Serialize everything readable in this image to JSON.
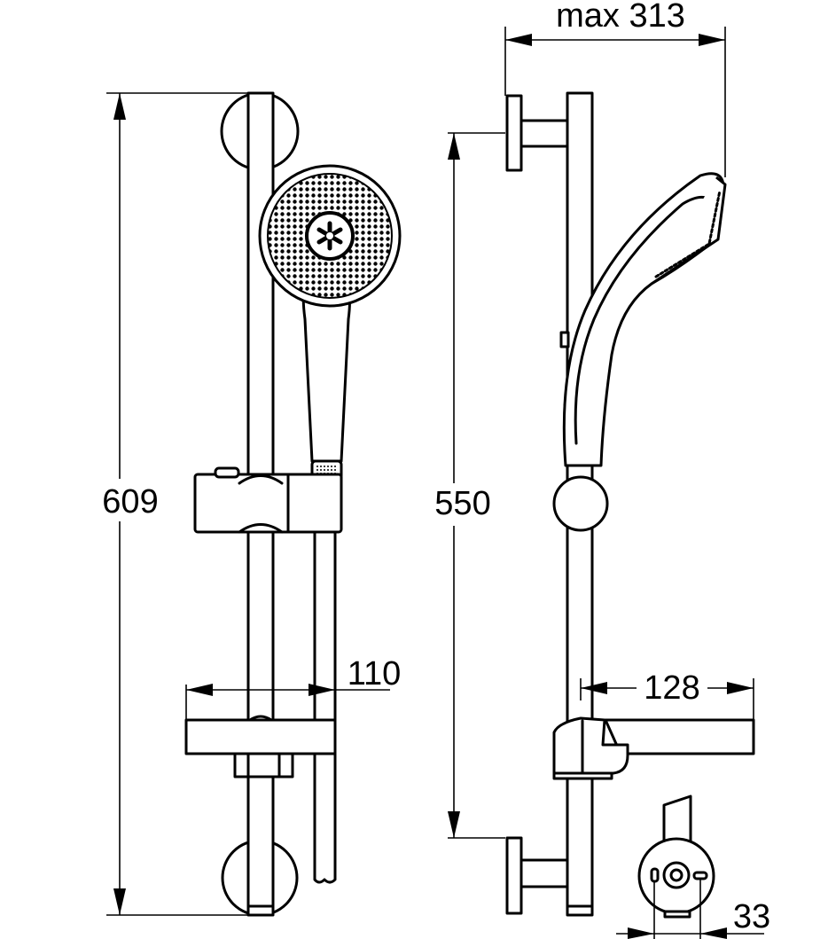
{
  "dimensions": {
    "total_height": "609",
    "bracket_spacing": "550",
    "max_projection": "max 313",
    "dish_width": "110",
    "dish_depth": "128",
    "hose_outlet_offset": "33"
  },
  "colors": {
    "line": "#000000",
    "background": "#ffffff"
  }
}
